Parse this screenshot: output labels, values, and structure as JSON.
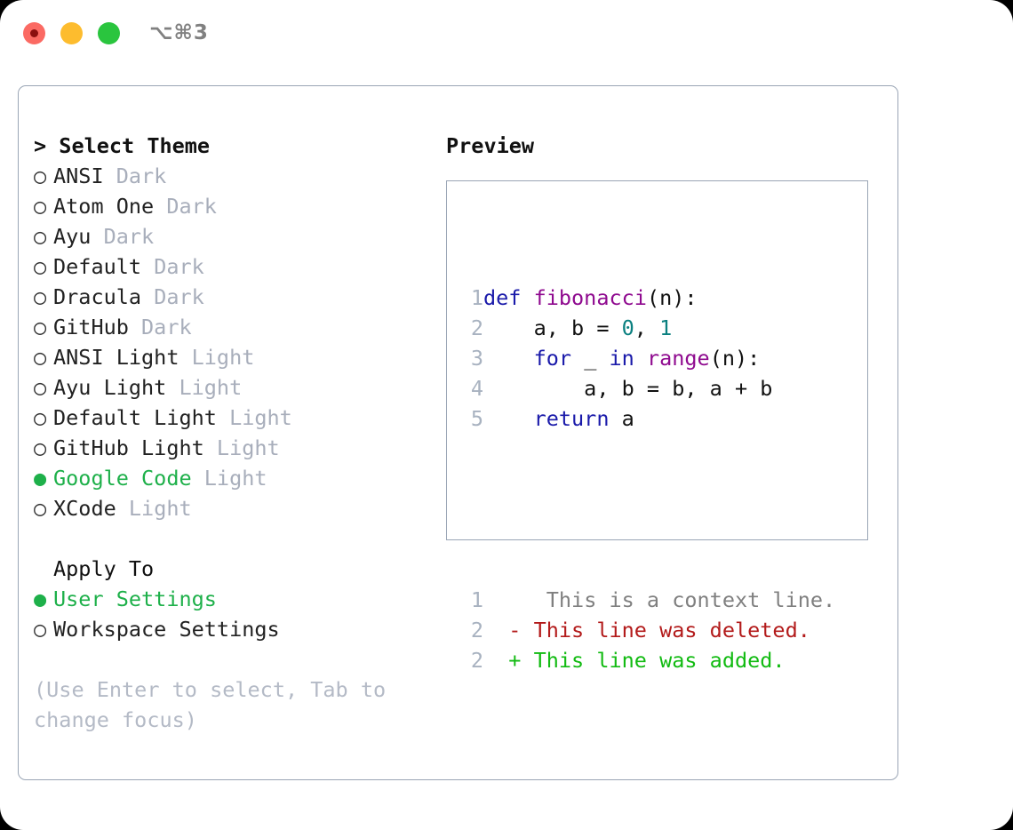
{
  "titlebar": {
    "lights": [
      {
        "name": "close",
        "color": "#fb6a63"
      },
      {
        "name": "minimize",
        "color": "#fdbc2e"
      },
      {
        "name": "zoom",
        "color": "#2ac53e"
      }
    ],
    "shortcut": "⌥⌘3"
  },
  "theme_selector": {
    "title": "> Select Theme",
    "tag_color": "#a8aebb",
    "selected_color": "#1eb04a",
    "options": [
      {
        "bullet": "○",
        "selected": false,
        "label": "ANSI",
        "tag": "Dark"
      },
      {
        "bullet": "○",
        "selected": false,
        "label": "Atom One",
        "tag": "Dark"
      },
      {
        "bullet": "○",
        "selected": false,
        "label": "Ayu",
        "tag": "Dark"
      },
      {
        "bullet": "○",
        "selected": false,
        "label": "Default",
        "tag": "Dark"
      },
      {
        "bullet": "○",
        "selected": false,
        "label": "Dracula",
        "tag": "Dark"
      },
      {
        "bullet": "○",
        "selected": false,
        "label": "GitHub",
        "tag": "Dark"
      },
      {
        "bullet": "○",
        "selected": false,
        "label": "ANSI Light",
        "tag": "Light"
      },
      {
        "bullet": "○",
        "selected": false,
        "label": "Ayu Light",
        "tag": "Light"
      },
      {
        "bullet": "○",
        "selected": false,
        "label": "Default Light",
        "tag": "Light"
      },
      {
        "bullet": "○",
        "selected": false,
        "label": "GitHub Light",
        "tag": "Light"
      },
      {
        "bullet": "●",
        "selected": true,
        "label": "Google Code",
        "tag": "Light"
      },
      {
        "bullet": "○",
        "selected": false,
        "label": "XCode",
        "tag": "Light"
      }
    ]
  },
  "apply_to": {
    "title": "Apply To",
    "options": [
      {
        "bullet": "●",
        "selected": true,
        "label": "User Settings"
      },
      {
        "bullet": "○",
        "selected": false,
        "label": "Workspace Settings"
      }
    ]
  },
  "hint": "(Use Enter to select, Tab to change focus)",
  "preview": {
    "title": "Preview",
    "border_color": "#9aa5b5",
    "code_lines": [
      {
        "number": "1",
        "tokens": [
          {
            "text": "def ",
            "kind": "kw"
          },
          {
            "text": "fibonacci",
            "kind": "fn"
          },
          {
            "text": "(n):",
            "kind": "pl"
          }
        ]
      },
      {
        "number": "2",
        "tokens": [
          {
            "text": "    a, b = ",
            "kind": "pl"
          },
          {
            "text": "0",
            "kind": "num"
          },
          {
            "text": ", ",
            "kind": "pl"
          },
          {
            "text": "1",
            "kind": "num"
          }
        ]
      },
      {
        "number": "3",
        "tokens": [
          {
            "text": "    for",
            "kind": "kw"
          },
          {
            "text": " _ ",
            "kind": "pl"
          },
          {
            "text": "in",
            "kind": "kw"
          },
          {
            "text": " ",
            "kind": "pl"
          },
          {
            "text": "range",
            "kind": "fn"
          },
          {
            "text": "(n):",
            "kind": "pl"
          }
        ]
      },
      {
        "number": "4",
        "tokens": [
          {
            "text": "        a, b = b, a + b",
            "kind": "pl"
          }
        ]
      },
      {
        "number": "5",
        "tokens": [
          {
            "text": "    return",
            "kind": "kw"
          },
          {
            "text": " a",
            "kind": "pl"
          }
        ]
      }
    ],
    "diff_lines": [
      {
        "number": "1",
        "marker": " ",
        "text": "  This is a context line.",
        "kind": "ctx"
      },
      {
        "number": "2",
        "marker": "-",
        "text": " This line was deleted.",
        "kind": "del"
      },
      {
        "number": "2",
        "marker": "+",
        "text": " This line was added.",
        "kind": "add"
      }
    ],
    "colors": {
      "keyword": "#1a1aaa",
      "function": "#8f0a8f",
      "number": "#0b8080",
      "plain": "#111111",
      "linenum": "#a8b2c0",
      "diff_context": "#808080",
      "diff_deleted": "#b31b1b",
      "diff_added": "#12bb12"
    }
  }
}
